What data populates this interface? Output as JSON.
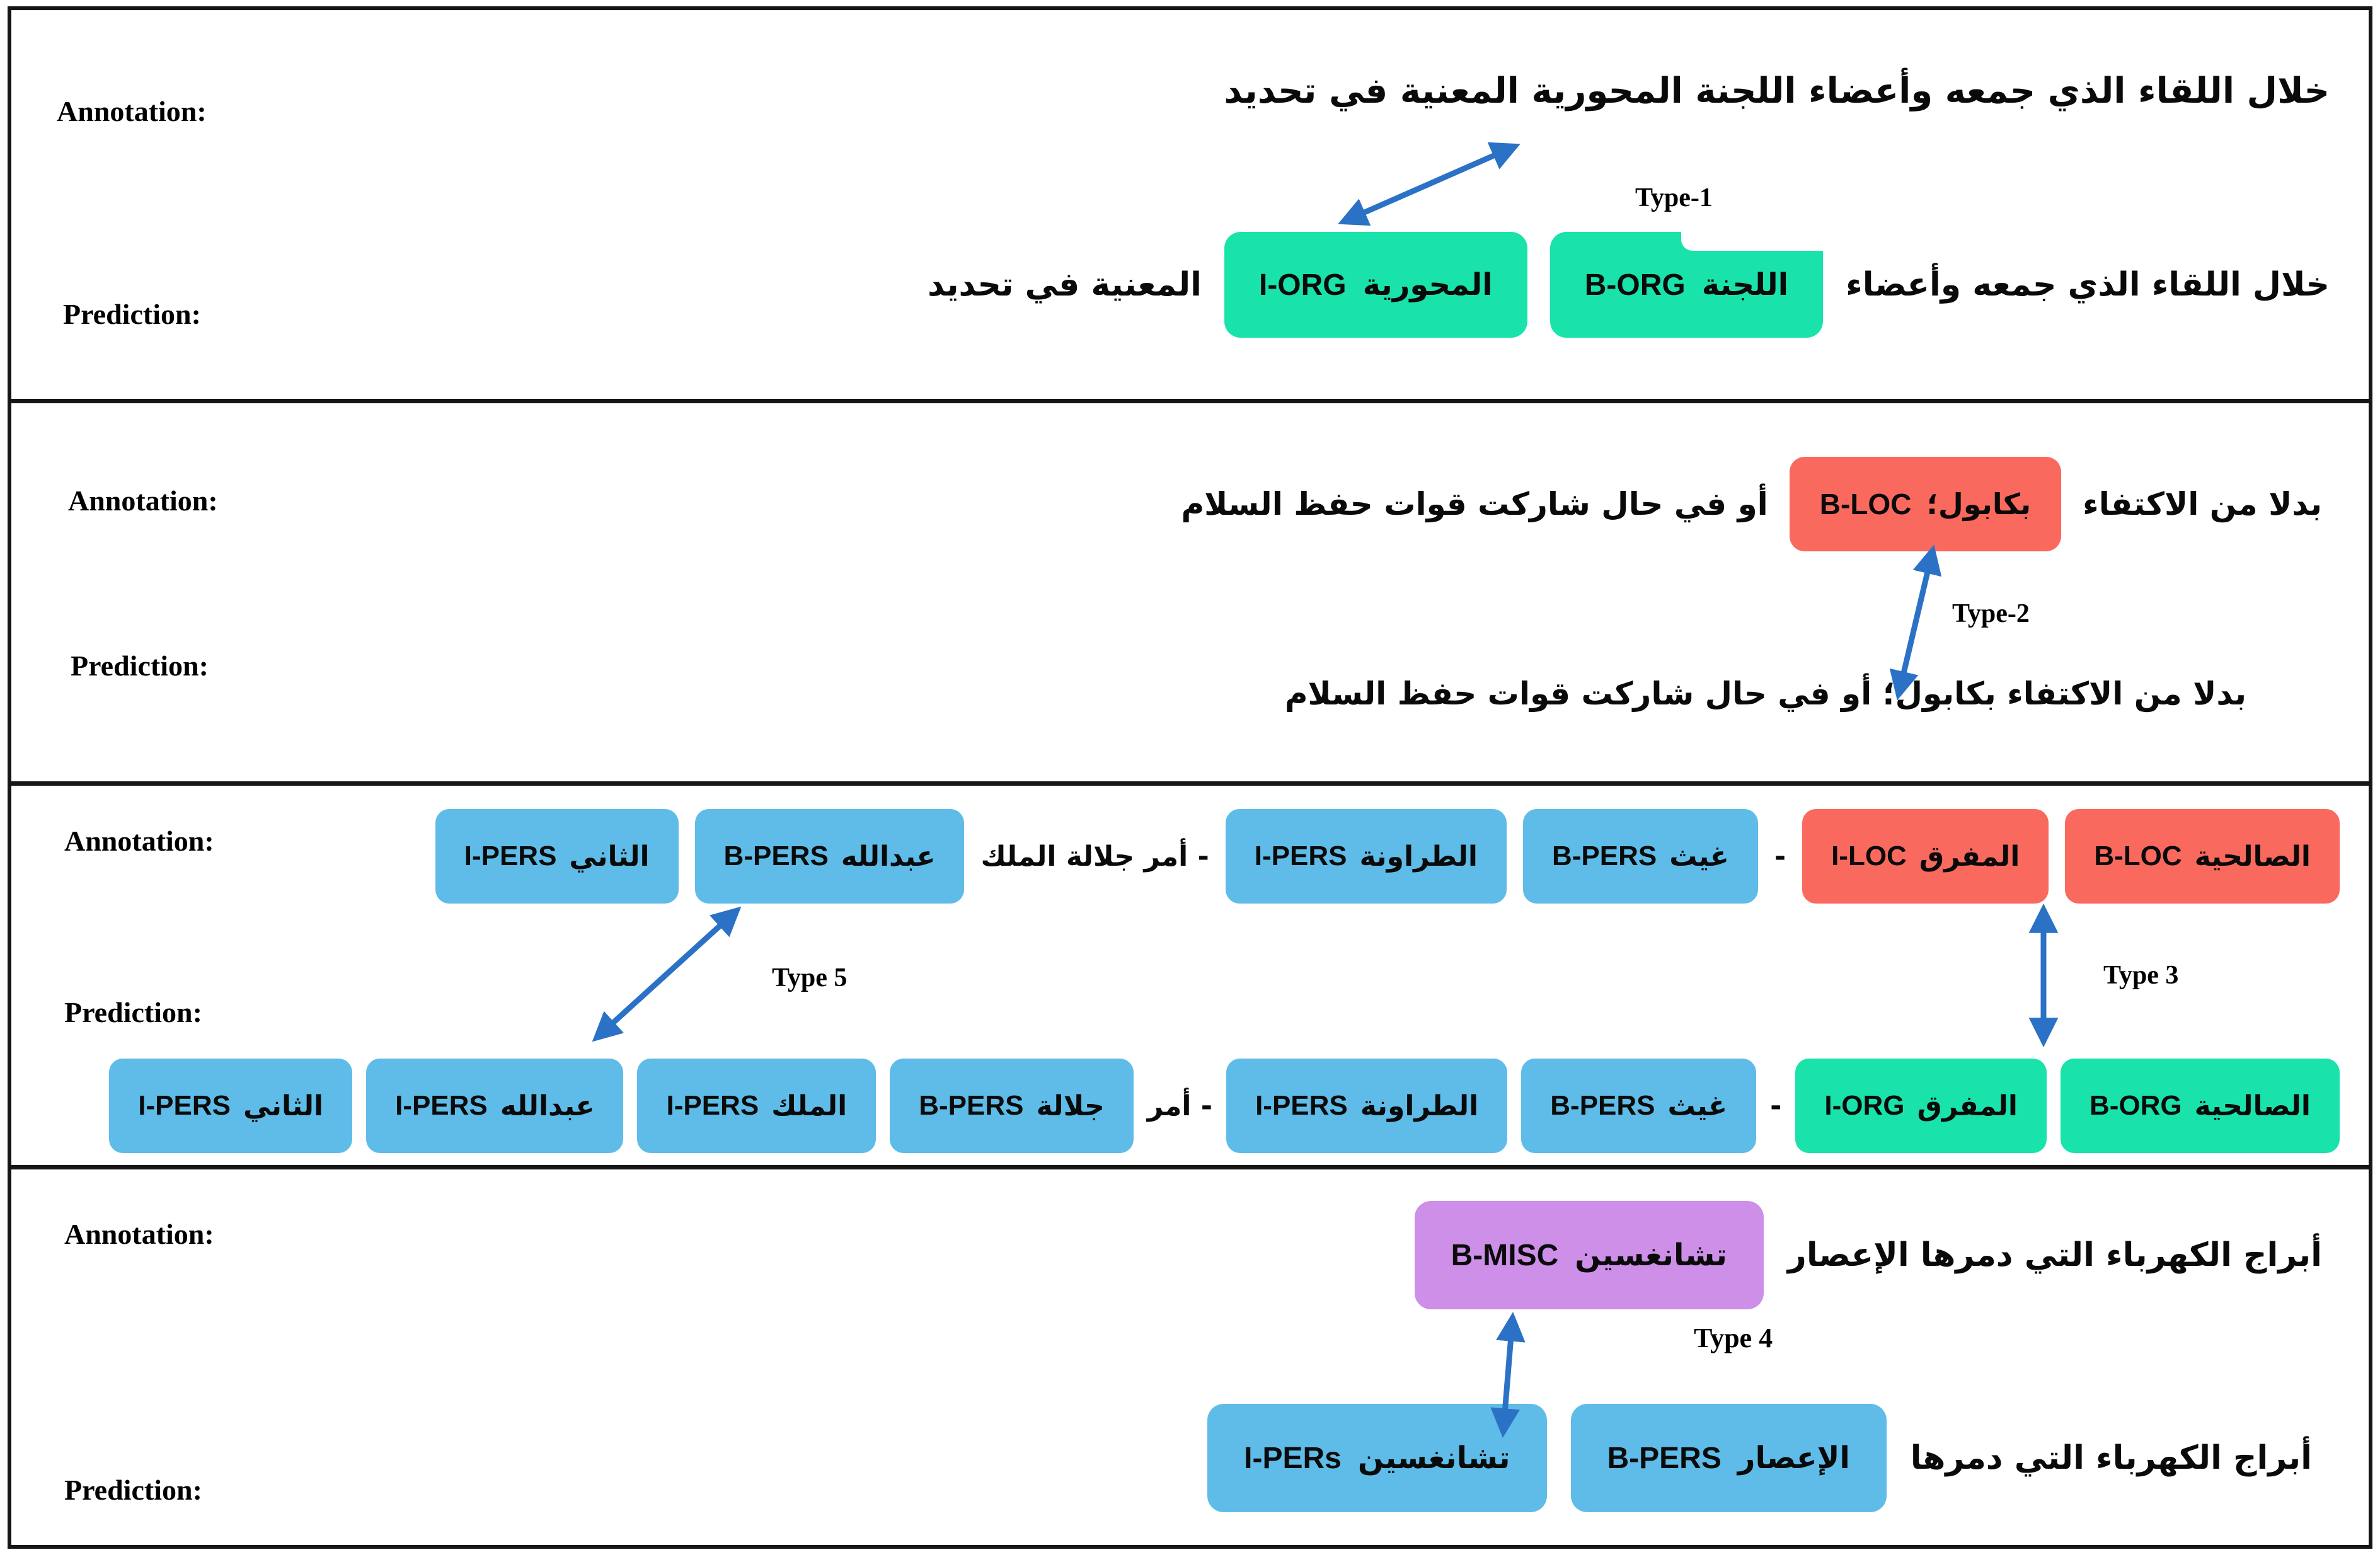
{
  "figure": {
    "row_labels": {
      "annotation": "Annotation:",
      "prediction": "Prediction:"
    },
    "types": {
      "t1": "Type-1",
      "t2": "Type-2",
      "t3": "Type 3",
      "t4": "Type 4",
      "t5": "Type 5"
    },
    "colors": {
      "org_green": "#19e3aa",
      "loc_red": "#f9695e",
      "pers_blue": "#5fbce8",
      "misc_purple": "#cd8fe8",
      "arrow_blue": "#2b72c6",
      "border_black": "#161616"
    },
    "p1": {
      "annotation_sentence": "خلال اللقاء الذي جمعه وأعضاء اللجنة المحورية المعنية في تحديد",
      "pred_text_right": "خلال اللقاء الذي جمعه وأعضاء",
      "chip_b_org": {
        "word": "اللجنة",
        "tag": "B-ORG"
      },
      "chip_i_org": {
        "word": "المحورية",
        "tag": "I-ORG"
      },
      "pred_text_left": "المعنية في تحديد"
    },
    "p2": {
      "ann_text_right": "بدلا من الاكتفاء",
      "chip_b_loc": {
        "word": "بكابول؛",
        "tag": "B-LOC"
      },
      "ann_text_left": "أو في حال شاركت قوات حفظ السلام",
      "prediction_sentence": "بدلا من الاكتفاء بكابول؛ أو في حال شاركت قوات حفظ السلام"
    },
    "p3": {
      "ann": {
        "c1": {
          "word": "الصالحية",
          "tag": "B-LOC"
        },
        "c2": {
          "word": "المفرق",
          "tag": "I-LOC"
        },
        "dash": "-",
        "c3": {
          "word": "غيث",
          "tag": "B-PERS"
        },
        "c4": {
          "word": "الطراونة",
          "tag": "I-PERS"
        },
        "mid": "- أمر جلالة الملك",
        "c5": {
          "word": "عبدالله",
          "tag": "B-PERS"
        },
        "c6": {
          "word": "الثاني",
          "tag": "I-PERS"
        }
      },
      "pred": {
        "c1": {
          "word": "الصالحية",
          "tag": "B-ORG"
        },
        "c2": {
          "word": "المفرق",
          "tag": "I-ORG"
        },
        "dash": "-",
        "c3": {
          "word": "غيث",
          "tag": "B-PERS"
        },
        "c4": {
          "word": "الطراونة",
          "tag": "I-PERS"
        },
        "mid": "- أمر",
        "c5": {
          "word": "جلالة",
          "tag": "B-PERS"
        },
        "c6": {
          "word": "الملك",
          "tag": "I-PERS"
        },
        "c7": {
          "word": "عبدالله",
          "tag": "I-PERS"
        },
        "c8": {
          "word": "الثاني",
          "tag": "I-PERS"
        }
      }
    },
    "p4": {
      "ann_text": "أبراج الكهرباء التي دمرها الإعصار",
      "chip_b_misc": {
        "word": "تشانغسين",
        "tag": "B-MISC"
      },
      "pred_text": "أبراج الكهرباء التي دمرها",
      "chip_b_pers": {
        "word": "الإعصار",
        "tag": "B-PERS"
      },
      "chip_i_pers": {
        "word": "تشانغسين",
        "tag": "I-PERs"
      }
    }
  }
}
